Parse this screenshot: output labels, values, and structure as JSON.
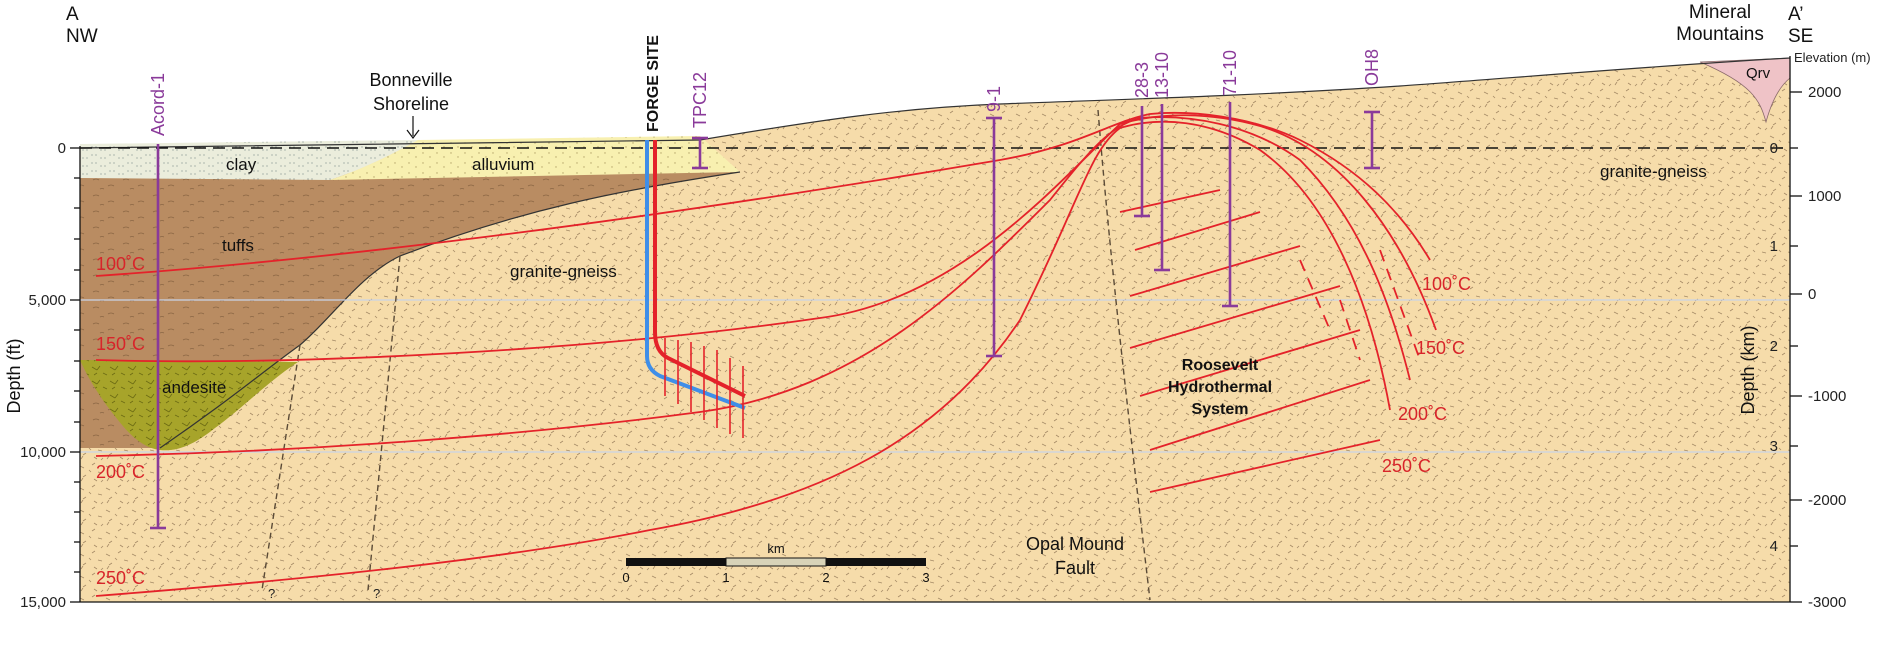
{
  "corner_left": {
    "line1": "A",
    "line2": "NW"
  },
  "corner_right": {
    "line1": "A’",
    "line2": "SE",
    "mountains1": "Mineral",
    "mountains2": "Mountains"
  },
  "left_axis": {
    "title": "Depth (ft)",
    "ticks": [
      "0",
      "5,000",
      "10,000",
      "15,000"
    ]
  },
  "right_axis": {
    "elevation_title": "Elevation (m)",
    "elevation_ticks": [
      "2000",
      "1000",
      "0",
      "-1000",
      "-2000",
      "-3000"
    ],
    "depth_title": "Depth (km)",
    "depth_ticks": [
      "0",
      "1",
      "2",
      "3",
      "4"
    ]
  },
  "units": {
    "clay": "clay",
    "alluvium": "alluvium",
    "tuffs": "tuffs",
    "andesite": "andesite",
    "granite_left": "granite-gneiss",
    "granite_right": "granite-gneiss",
    "qrv": "Qrv"
  },
  "labels": {
    "bonneville1": "Bonneville",
    "bonneville2": "Shoreline",
    "forge": "FORGE SITE",
    "roosevelt1": "Roosevelt",
    "roosevelt2": "Hydrothermal",
    "roosevelt3": "System",
    "opal1": "Opal Mound",
    "opal2": "Fault",
    "question": "?"
  },
  "wells": [
    "Acord-1",
    "TPC12",
    "9-1",
    "28-3",
    "13-10",
    "71-10",
    "OH8"
  ],
  "isotherms_left": [
    "100˚C",
    "150˚C",
    "200˚C",
    "250˚C"
  ],
  "isotherms_right": [
    "100˚C",
    "150˚C",
    "200˚C",
    "250˚C"
  ],
  "scale_bar": {
    "unit": "km",
    "ticks": [
      "0",
      "1",
      "2",
      "3"
    ]
  },
  "colors": {
    "granite": "#f6dcaa",
    "tuffs": "#b98c62",
    "andesite": "#a7a42a",
    "clay": "#ebeddc",
    "alluvium": "#f8f0b0",
    "qrv": "#efc3c7",
    "isotherm": "#e4222a",
    "well": "#8a3a9a",
    "borehole": "#3f8ee8"
  }
}
